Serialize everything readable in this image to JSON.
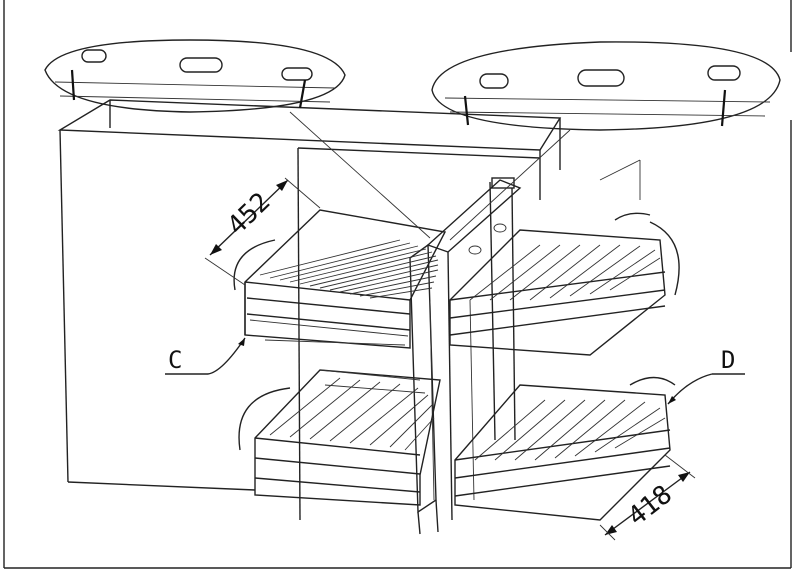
{
  "figure": {
    "dimensions": [
      {
        "id": "depth",
        "text": "452"
      },
      {
        "id": "width",
        "text": "418"
      }
    ],
    "callouts": [
      {
        "id": "c",
        "text": "C"
      },
      {
        "id": "d",
        "text": "D"
      }
    ],
    "colors": {
      "line": "#222222",
      "background": "#ffffff"
    }
  }
}
